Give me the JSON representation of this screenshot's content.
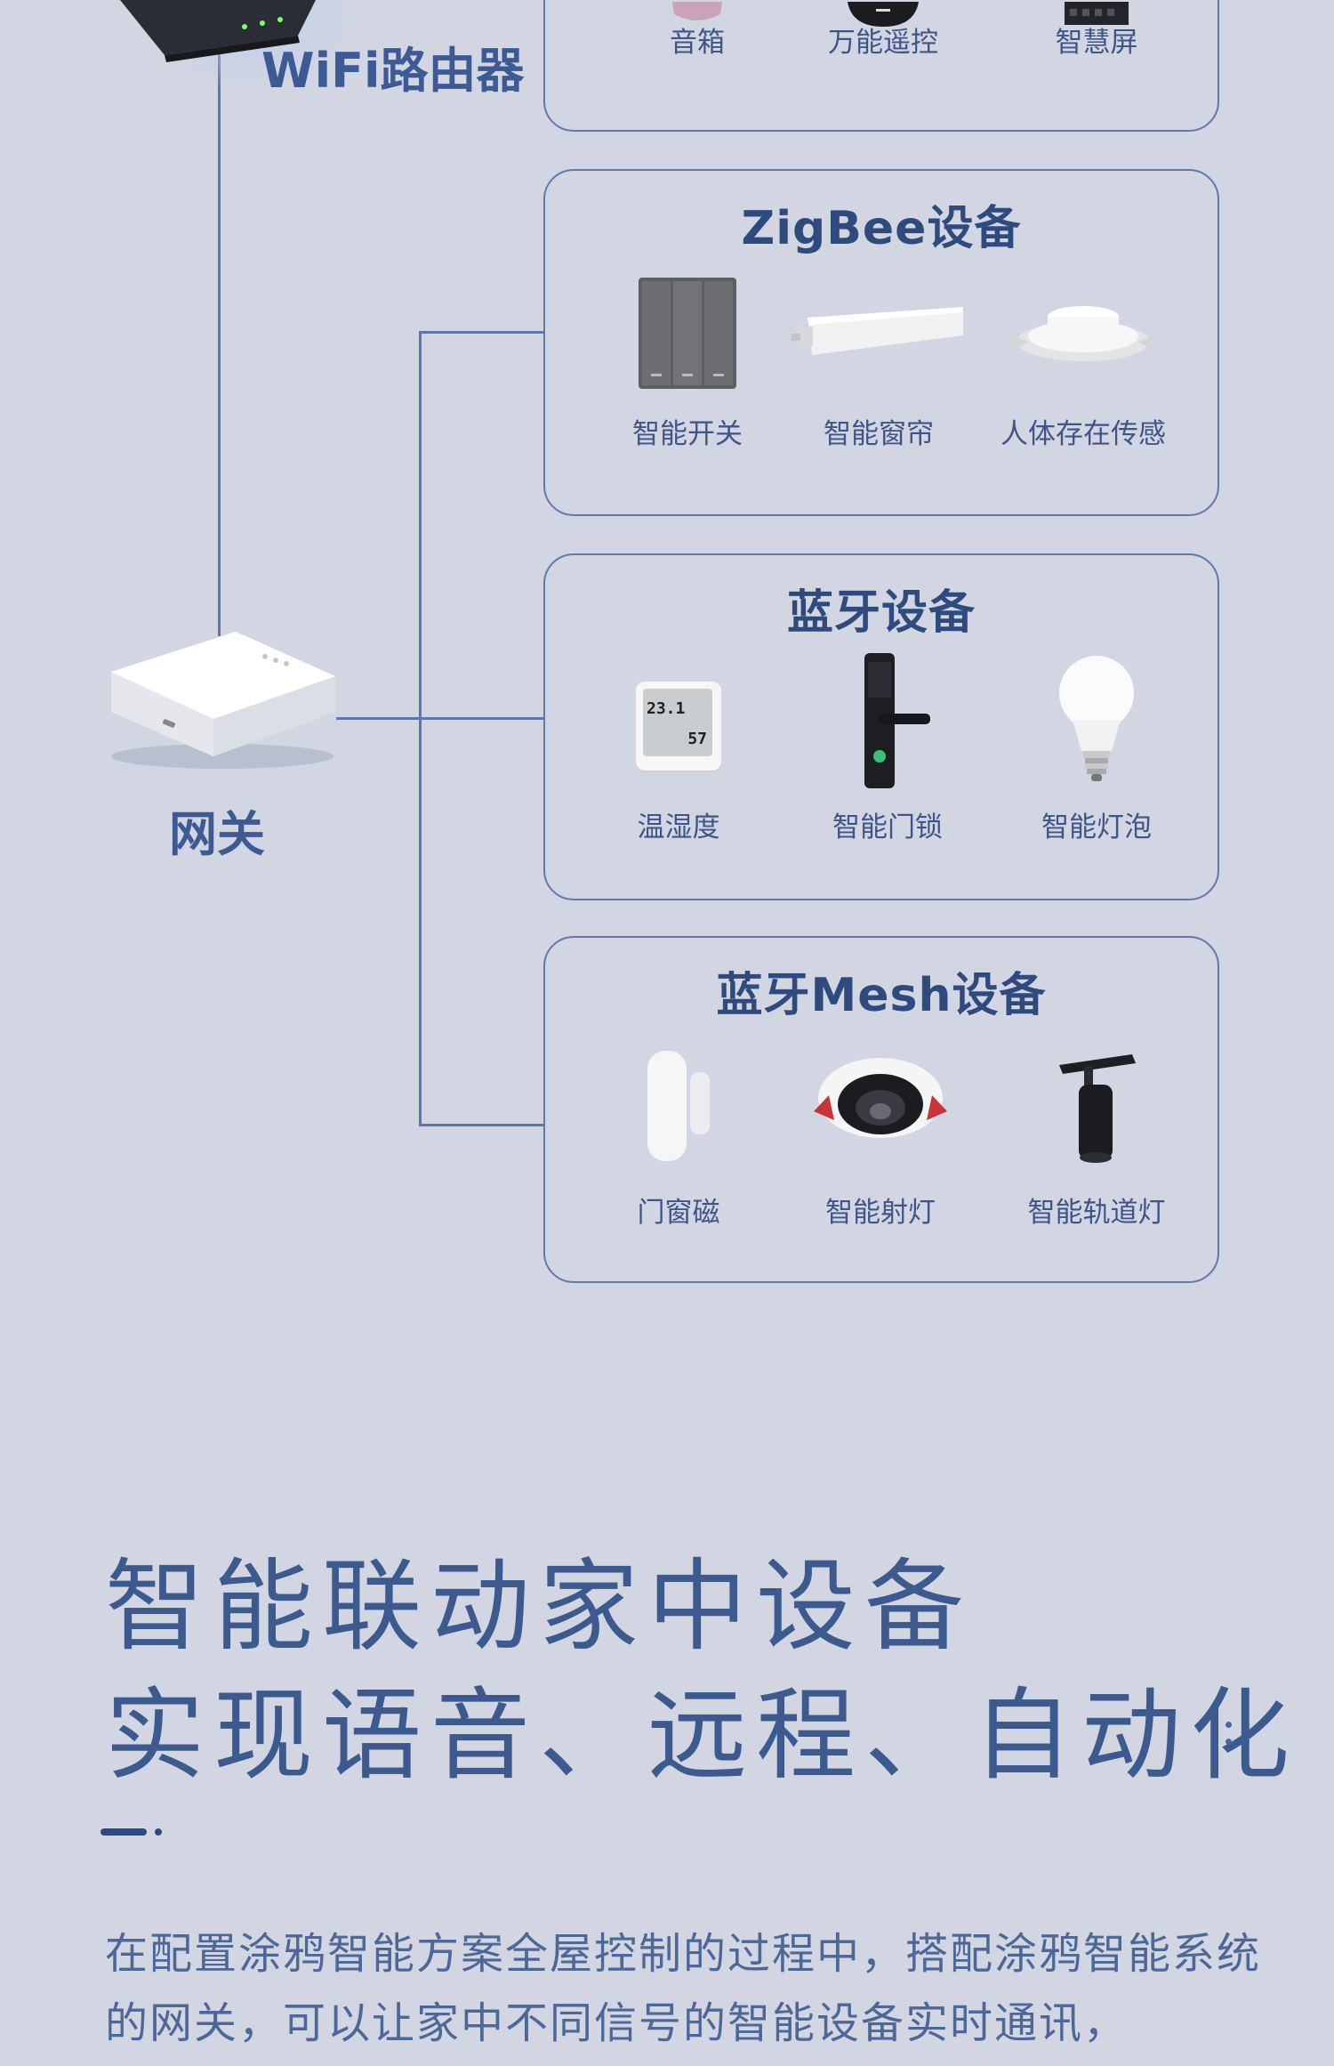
{
  "router": {
    "label": "WiFi路由器"
  },
  "gateway": {
    "label": "网关"
  },
  "wifi_group": {
    "devices": [
      {
        "label": "音箱",
        "icon": "speaker-icon"
      },
      {
        "label": "万能遥控",
        "icon": "ir-remote-icon"
      },
      {
        "label": "智慧屏",
        "icon": "smart-screen-icon"
      }
    ]
  },
  "zigbee_group": {
    "title": "ZigBee设备",
    "devices": [
      {
        "label": "智能开关",
        "icon": "wall-switch-icon"
      },
      {
        "label": "智能窗帘",
        "icon": "curtain-motor-icon"
      },
      {
        "label": "人体存在传感",
        "icon": "presence-sensor-icon"
      }
    ]
  },
  "bluetooth_group": {
    "title": "蓝牙设备",
    "devices": [
      {
        "label": "温湿度",
        "icon": "thermo-hygrometer-icon",
        "readout_temp": "23.1",
        "readout_hum": "57"
      },
      {
        "label": "智能门锁",
        "icon": "door-lock-icon"
      },
      {
        "label": "智能灯泡",
        "icon": "light-bulb-icon"
      }
    ]
  },
  "mesh_group": {
    "title": "蓝牙Mesh设备",
    "devices": [
      {
        "label": "门窗磁",
        "icon": "door-sensor-icon"
      },
      {
        "label": "智能射灯",
        "icon": "spotlight-icon"
      },
      {
        "label": "智能轨道灯",
        "icon": "track-light-icon"
      }
    ]
  },
  "headline": {
    "line1": "智能联动家中设备",
    "line2": "实现语音、远程、自动化"
  },
  "description": "在配置涂鸦智能方案全屋控制的过程中，搭配涂鸦智能系统的网关，可以让家中不同信号的智能设备实时通讯，",
  "colors": {
    "background": "#d2d6e2",
    "accent": "#2f4a7c",
    "line": "#5f77a8"
  }
}
